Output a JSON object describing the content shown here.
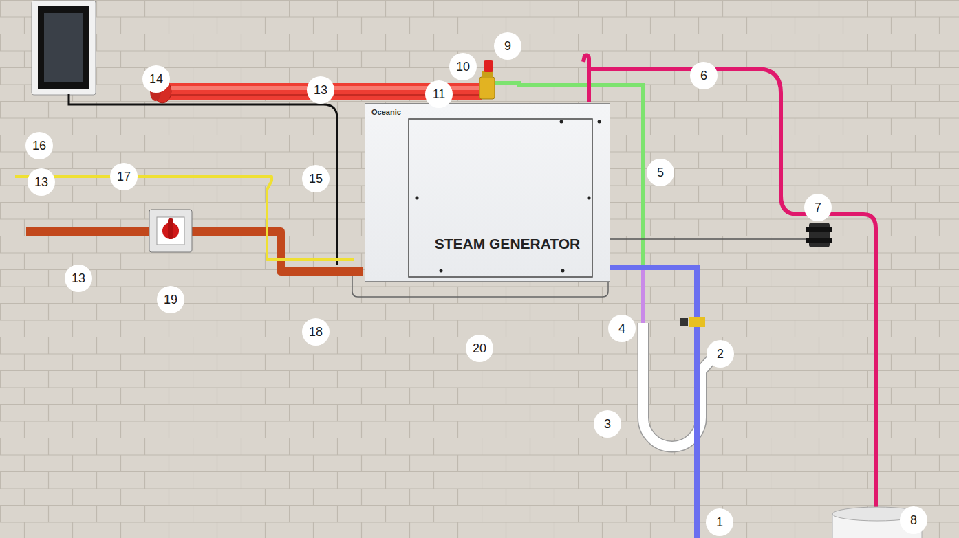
{
  "diagram": {
    "nodes": [
      {
        "text": [
          "Oceanic",
          "STEAM GENERATOR"
        ]
      }
    ],
    "labels": [
      "9",
      "10",
      "6",
      "14",
      "13",
      "11",
      "16",
      "5",
      "17",
      "15",
      "13",
      "7",
      "13",
      "19",
      "4",
      "18",
      "20",
      "2",
      "3",
      "8",
      "1"
    ]
  }
}
